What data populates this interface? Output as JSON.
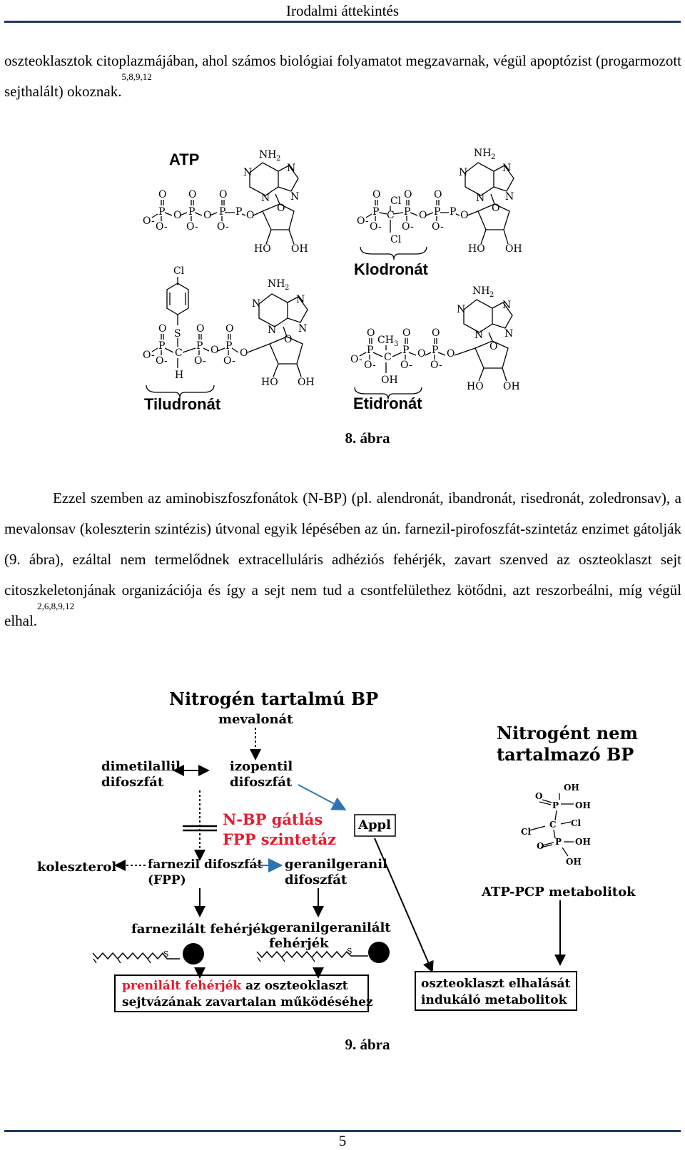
{
  "header": {
    "title": "Irodalmi áttekintés"
  },
  "para1": {
    "text": "oszteoklasztok citoplazmájában, ahol számos biológiai folyamatot megzavarnak, végül apoptózist (progarmozott sejthalált) okoznak.",
    "ref": "5,8,9,12"
  },
  "fig8": {
    "atp_label": "ATP",
    "klodronat_label": "Klodronát",
    "tiludronat_label": "Tiludronát",
    "etidronat_label": "Etidronát",
    "caption": "8. ábra",
    "atoms": {
      "O": "O",
      "P": "P",
      "Om": "O-",
      "N": "N",
      "NH2": "NH",
      "two": "2",
      "HO": "HO",
      "OH": "OH",
      "Cl": "Cl",
      "C": "C",
      "S": "S",
      "H": "H",
      "CH": "CH",
      "three": "3"
    }
  },
  "para2": {
    "text": "Ezzel szemben az aminobiszfoszfonátok (N-BP) (pl. alendronát, ibandronát, risedronát, zoledronsav), a mevalonsav (koleszterin szintézis) útvonal egyik lépésében az ún. farnezil-pirofoszfát-szintetáz enzimet gátolják (9. ábra), ezáltal nem termelődnek extracelluláris adhéziós fehérjék, zavart szenved az oszteoklaszt sejt citoszkeletonjának organizációja és így a sejt nem tud a csontfelülethez kötődni, azt reszorbeálni, míg végül elhal.",
    "ref": "2,6,8,9,12"
  },
  "fig9": {
    "title_left": "Nitrogén tartalmú BP",
    "mevalonat": "mevalonát",
    "dimetilallil_1": "dimetilallil",
    "dimetilallil_2": "difoszfát",
    "izopentil_1": "izopentil",
    "izopentil_2": "difoszfát",
    "nbp_1": "N-BP gátlás",
    "nbp_2": "FPP szintetáz",
    "appl": "Appl",
    "koleszterol": "koleszterol",
    "farnezil_1": "farnezil difoszfát",
    "farnezil_2": "(FPP)",
    "geranil_1": "geranilgeranil",
    "geranil_2": "difoszfát",
    "farnezilalt": "farnezilált fehérjék",
    "geranilalt_1": "geranilgeranilált",
    "geranilalt_2": "fehérjék",
    "s": "S",
    "box1_red": "prenilált fehérjék",
    "box1_rest": " az oszteoklaszt",
    "box1_2": "sejtvázának zavartalan működéséhez",
    "title_right_1": "Nitrogént nem",
    "title_right_2": "tartalmazó BP",
    "oh": "OH",
    "p": "P",
    "c": "C",
    "cl": "Cl",
    "o": "O",
    "atp_pcp": "ATP-PCP metabolitok",
    "box2_1": "oszteoklaszt elhalását",
    "box2_2": "indukáló metabolitok",
    "caption": "9. ábra",
    "colors": {
      "red": "#e8192c",
      "blue": "#2e74b5",
      "dark": "#000000"
    }
  },
  "footer": {
    "page_number": "5"
  }
}
